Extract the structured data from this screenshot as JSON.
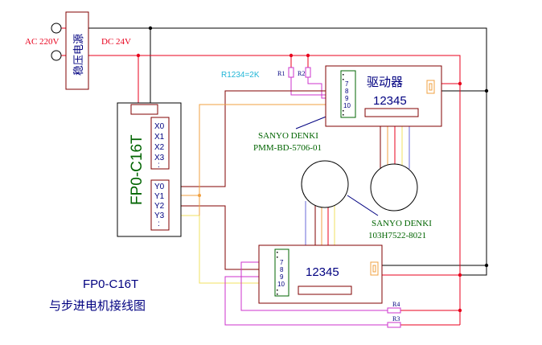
{
  "power": {
    "ac_label": "AC 220V",
    "dc_label": "DC 24V",
    "regulator_label": "稳压电源"
  },
  "plc": {
    "model": "FP0-C16T",
    "inputs": [
      "X0",
      "X1",
      "X2",
      "X3",
      ":"
    ],
    "outputs": [
      "Y0",
      "Y1",
      "Y2",
      "Y3",
      ":"
    ]
  },
  "resistors": {
    "r1234_label": "R1234=2K",
    "r1": "R1",
    "r2": "R2",
    "r3": "R3",
    "r4": "R4"
  },
  "driver_top": {
    "title": "驱动器",
    "pins": [
      "7",
      "8",
      "9",
      "10"
    ],
    "connector_label": "12345",
    "maker": "SANYO DENKI",
    "model": "PMM-BD-5706-01"
  },
  "driver_bottom": {
    "pins": [
      "7",
      "8",
      "9",
      "10"
    ],
    "connector_label": "12345"
  },
  "motor": {
    "maker": "SANYO DENKI",
    "model": "103H7522-8021"
  },
  "caption": {
    "line1": "FP0-C16T",
    "line2": "与步进电机接线图"
  },
  "colors": {
    "black": "#000000",
    "red": "#e8001c",
    "maroon": "#800000",
    "magenta": "#cc33cc",
    "orange": "#f0a040",
    "yellow": "#f0e060",
    "green": "#006400",
    "cyan": "#1fb5d6",
    "navy": "#000080",
    "bluegray": "#6a6ad8"
  }
}
